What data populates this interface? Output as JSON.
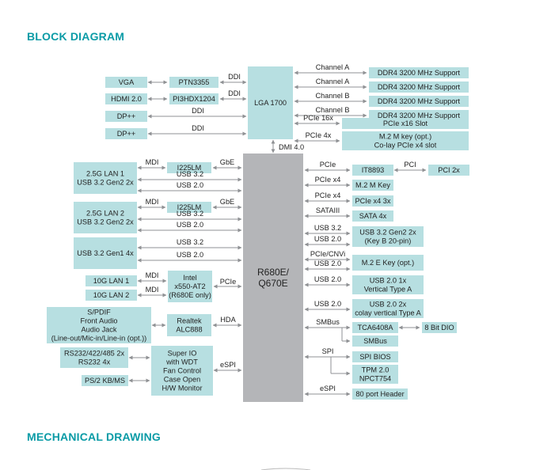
{
  "headings": {
    "block_diagram": "BLOCK DIAGRAM",
    "mechanical_drawing": "MECHANICAL DRAWING"
  },
  "cpu": "LGA 1700",
  "pch": [
    "R680E/",
    "Q670E"
  ],
  "dmi": "DMI 4.0",
  "ddr": [
    {
      "channel": "Channel A",
      "label": "DDR4 3200 MHz Support"
    },
    {
      "channel": "Channel A",
      "label": "DDR4 3200 MHz Support"
    },
    {
      "channel": "Channel B",
      "label": "DDR4 3200 MHz Support"
    },
    {
      "channel": "Channel B",
      "label": "DDR4 3200 MHz Support"
    }
  ],
  "cpu_pcie": [
    {
      "bus": "PCIe 16x",
      "label": [
        "PCIe x16 Slot"
      ]
    },
    {
      "bus": "PCIe 4x",
      "label": [
        "M.2 M key (opt.)",
        "Co-lay PCIe x4 slot"
      ]
    }
  ],
  "display": [
    {
      "port": "VGA",
      "bridge": "PTN3355",
      "bus": "DDI"
    },
    {
      "port": "HDMI 2.0",
      "bridge": "PI3HDX1204",
      "bus": "DDI"
    },
    {
      "port": "DP++",
      "bus": "DDI"
    },
    {
      "port": "DP++",
      "bus": "DDI"
    }
  ],
  "lan_groups": [
    {
      "port": [
        "2.5G LAN 1",
        "USB 3.2 Gen2 2x"
      ],
      "phy": "I225LM",
      "mdi": "MDI",
      "gbe": "GbE",
      "usb": [
        "USB 3.2",
        "USB 2.0"
      ]
    },
    {
      "port": [
        "2.5G LAN 2",
        "USB 3.2 Gen2 2x"
      ],
      "phy": "I225LM",
      "mdi": "MDI",
      "gbe": "GbE",
      "usb": [
        "USB 3.2",
        "USB 2.0"
      ]
    },
    {
      "port": [
        "USB 3.2 Gen1 4x"
      ],
      "usb": [
        "USB 3.2",
        "USB 2.0"
      ]
    }
  ],
  "ten_g": {
    "ports": [
      "10G LAN 1",
      "10G LAN 2"
    ],
    "mdi": [
      "MDI",
      "MDI"
    ],
    "chip": [
      "Intel",
      "x550-AT2",
      "(R680E only)"
    ],
    "bus": "PCIe"
  },
  "audio": {
    "port": [
      "S/PDIF",
      "Front Audio",
      "Audio Jack",
      "(Line-out/Mic-in/Line-in (opt.))"
    ],
    "codec": [
      "Realtek",
      "ALC888"
    ],
    "bus": "HDA"
  },
  "superio": {
    "com": [
      "RS232/422/485 2x",
      "RS232 4x"
    ],
    "ps2": "PS/2 KB/MS",
    "chip": [
      "Super IO",
      "with WDT",
      "Fan Control",
      "Case Open",
      "H/W Monitor"
    ],
    "bus": "eSPI"
  },
  "right": [
    {
      "bus": "PCIe",
      "label": [
        "IT8893"
      ],
      "extra_bus": "PCI",
      "extra": "PCI 2x"
    },
    {
      "bus": "PCIe x4",
      "label": [
        "M.2 M Key"
      ]
    },
    {
      "bus": "PCIe x4",
      "label": [
        "PCIe x4 3x"
      ]
    },
    {
      "bus": "SATAIII",
      "label": [
        "SATA 4x"
      ]
    },
    {
      "bus": [
        "USB 3.2",
        "USB 2.0"
      ],
      "label": [
        "USB 3.2 Gen2 2x",
        "(Key B 20-pin)"
      ]
    },
    {
      "bus": [
        "PCIe/CNVi",
        "USB 2.0"
      ],
      "label": [
        "M.2 E Key (opt.)"
      ]
    },
    {
      "bus": [
        "USB 2.0"
      ],
      "label": [
        "USB 2.0 1x",
        "Vertical Type A"
      ]
    },
    {
      "bus": [
        "USB 2.0"
      ],
      "label": [
        "USB 2.0 2x",
        "colay vertical Type A"
      ]
    }
  ],
  "smbus": {
    "bus": "SMBus",
    "chip": "TCA6408A",
    "extra": "8 Bit DIO",
    "second": "SMBus"
  },
  "spi": {
    "bus": "SPI",
    "items": [
      [
        "SPI BIOS"
      ],
      [
        "TPM 2.0",
        "NPCT754"
      ]
    ]
  },
  "espi": {
    "bus": "eSPI",
    "label": "80 port Header"
  }
}
